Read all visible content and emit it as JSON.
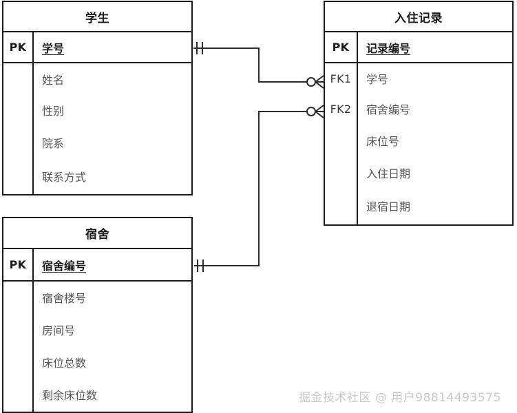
{
  "diagram": {
    "type": "er-diagram",
    "notation": "crow-foot",
    "background": "#ffffff",
    "line_color": "#2b2b2b",
    "entities": [
      {
        "id": "student",
        "title": "学生",
        "pk_rows": [
          {
            "key": "PK",
            "name": "学号"
          }
        ],
        "attr_rows": [
          {
            "key": "",
            "name": "姓名"
          },
          {
            "key": "",
            "name": "性别"
          },
          {
            "key": "",
            "name": "院系"
          },
          {
            "key": "",
            "name": "联系方式"
          }
        ]
      },
      {
        "id": "checkin",
        "title": "入住记录",
        "pk_rows": [
          {
            "key": "PK",
            "name": "记录编号"
          }
        ],
        "attr_rows": [
          {
            "key": "FK1",
            "name": "学号"
          },
          {
            "key": "FK2",
            "name": "宿舍编号"
          },
          {
            "key": "",
            "name": "床位号"
          },
          {
            "key": "",
            "name": "入住日期"
          },
          {
            "key": "",
            "name": "退宿日期"
          }
        ]
      },
      {
        "id": "dorm",
        "title": "宿舍",
        "pk_rows": [
          {
            "key": "PK",
            "name": "宿舍编号"
          }
        ],
        "attr_rows": [
          {
            "key": "",
            "name": "宿舍楼号"
          },
          {
            "key": "",
            "name": "房间号"
          },
          {
            "key": "",
            "name": "床位总数"
          },
          {
            "key": "",
            "name": "剩余床位数"
          }
        ]
      }
    ],
    "relationships": [
      {
        "id": "student-to-checkin",
        "from_entity": "学生",
        "from_field": "学号",
        "from_cardinality": "one-and-only-one",
        "to_entity": "入住记录",
        "to_field": "学号",
        "to_cardinality": "zero-or-many"
      },
      {
        "id": "dorm-to-checkin",
        "from_entity": "宿舍",
        "from_field": "宿舍编号",
        "from_cardinality": "one-and-only-one",
        "to_entity": "入住记录",
        "to_field": "宿舍编号",
        "to_cardinality": "zero-or-many"
      }
    ]
  },
  "watermark": {
    "text": "掘金技术社区 @ 用户98814493575",
    "color": "#c9c9c9"
  }
}
